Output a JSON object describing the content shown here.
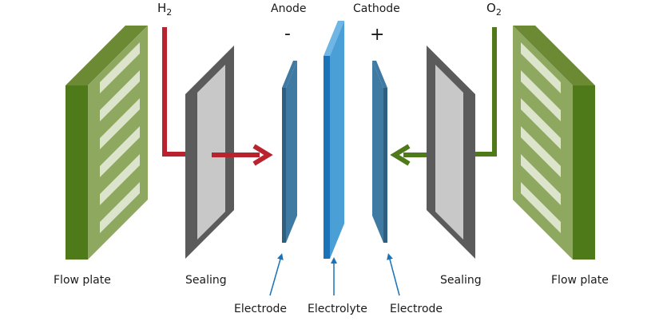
{
  "labels": {
    "h2_main": "H",
    "h2_sub": "2",
    "o2_main": "O",
    "o2_sub": "2",
    "anode": "Anode",
    "cathode": "Cathode",
    "anode_sign": "-",
    "cathode_sign": "+",
    "flow_plate_left": "Flow plate",
    "flow_plate_right": "Flow plate",
    "sealing_left": "Sealing",
    "sealing_right": "Sealing",
    "electrode_left": "Electrode",
    "electrolyte": "Electrolyte",
    "electrode_right": "Electrode"
  },
  "colors": {
    "flow_plate_front": "#4e7a19",
    "flow_plate_face": "#8fa860",
    "flow_plate_top": "#6b8a33",
    "flow_plate_stripes": "#dce4cc",
    "sealing_frame": "#5b5b5b",
    "sealing_window": "#c8c8c8",
    "electrode_front": "#2d5f80",
    "electrode_side": "#3f7aa2",
    "electrolyte_front": "#1a73b8",
    "electrolyte_side": "#4a9fd6",
    "h2_arrow": "#b8232e",
    "o2_arrow": "#4e7a19",
    "pointer_arrow": "#1a73b8"
  }
}
